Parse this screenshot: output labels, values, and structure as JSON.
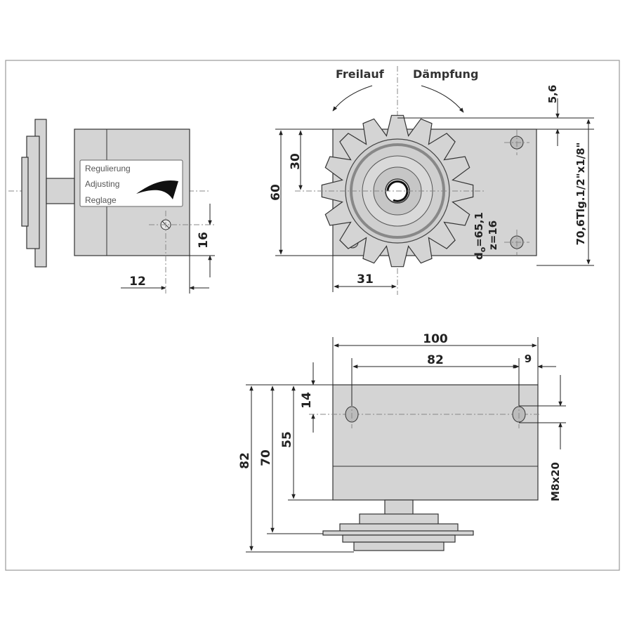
{
  "side_view": {
    "label_box": {
      "lines": [
        "Regulierung",
        "Adjusting",
        "Reglage"
      ]
    },
    "dim_16": "16",
    "dim_12": "12"
  },
  "front_view": {
    "freilauf": "Freilauf",
    "daempfung": "Dämpfung",
    "dim_60": "60",
    "dim_30": "30",
    "dim_31": "31",
    "dim_5_6": "5,6",
    "dim_chain": "70,6Tlg.1/2\"x1/8\"",
    "d0_prefix": "d",
    "d0_sub": "o",
    "d0_value": "=65,1",
    "teeth": "z=16"
  },
  "bottom_view": {
    "dim_100": "100",
    "dim_82_top": "82",
    "dim_9": "9",
    "dim_14": "14",
    "dim_55": "55",
    "dim_70": "70",
    "dim_82_side": "82",
    "thread": "M8x20"
  }
}
